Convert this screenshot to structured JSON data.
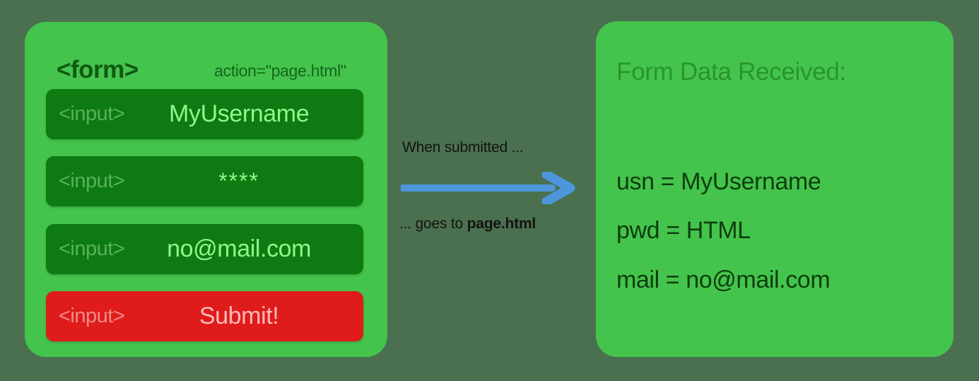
{
  "background_color": "#4a7050",
  "form_panel": {
    "panel_color": "#44c44c",
    "tag": "<form>",
    "action": "action=\"page.html\"",
    "inputs": [
      {
        "tag": "<input>",
        "value": "MyUsername",
        "kind": "text",
        "bar_color": "#0d7a12"
      },
      {
        "tag": "<input>",
        "value": "****",
        "kind": "password",
        "bar_color": "#0d7a12"
      },
      {
        "tag": "<input>",
        "value": "no@mail.com",
        "kind": "email",
        "bar_color": "#0d7a12"
      },
      {
        "tag": "<input>",
        "value": "Submit!",
        "kind": "submit",
        "bar_color": "#e01b1b"
      }
    ]
  },
  "connector": {
    "label_top": "When submitted ...",
    "label_bottom_prefix": "... goes to ",
    "label_bottom_strong": "page.html",
    "arrow_color": "#4d96dc",
    "arrow_icon": "arrow-right-icon"
  },
  "result_panel": {
    "panel_color": "#44c44c",
    "title": "Form Data Received:",
    "lines": [
      "usn = MyUsername",
      "pwd = HTML",
      "mail = no@mail.com"
    ]
  }
}
